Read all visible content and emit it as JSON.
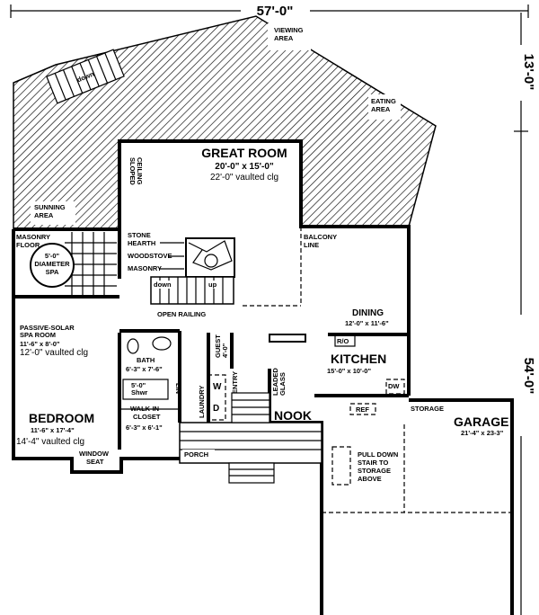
{
  "dimensions": {
    "width_total": "57'-0\"",
    "deck_depth": "13'-0\"",
    "depth_total": "54'-0\""
  },
  "deck": {
    "viewing_area": [
      "VIEWING",
      "AREA"
    ],
    "eating_area": [
      "EATING",
      "AREA"
    ],
    "sunning_area": [
      "SUNNING",
      "AREA"
    ],
    "stair": "down"
  },
  "rooms": {
    "great_room": {
      "name": "GREAT ROOM",
      "size": "20'-0\" x 15'-0\"",
      "ceiling": "22'-0\" vaulted clg"
    },
    "spa_room": {
      "name": [
        "PASSIVE-SOLAR",
        "SPA ROOM"
      ],
      "size": "11'-6\" x 8'-0\"",
      "ceiling": "12'-0\" vaulted clg"
    },
    "bedroom": {
      "name": "BEDROOM",
      "size": "11'-6\" x 17'-4\"",
      "ceiling": "14'-4\" vaulted clg"
    },
    "bath": {
      "name": "BATH",
      "size": "6'-3\" x 7'-6\"",
      "shower": [
        "5'-0\"",
        "Shwr"
      ],
      "linen": "LIN"
    },
    "closet": {
      "name": [
        "WALK-IN",
        "CLOSET"
      ],
      "size": "6'-3\" x 6'-1\""
    },
    "dining": {
      "name": "DINING",
      "size": "12'-0\" x 11'-6\""
    },
    "kitchen": {
      "name": "KITCHEN",
      "size": "15'-0\" x 10'-0\"",
      "range": "R/O",
      "dishwasher": "DW",
      "refrigerator": "REF"
    },
    "nook": {
      "name": "NOOK"
    },
    "garage": {
      "name": "GARAGE",
      "size": "21'-4\" x 23-3\"",
      "storage": "STORAGE"
    }
  },
  "annotations": {
    "sloped_ceiling": [
      "SLOPED",
      "CEILING"
    ],
    "stone_hearth": [
      "STONE",
      "HEARTH"
    ],
    "woodstove": "WOODSTOVE",
    "masonry": "MASONRY",
    "masonry_floor": [
      "MASONRY",
      "FLOOR"
    ],
    "spa": [
      "5'-0\"",
      "DIAMETER",
      "SPA"
    ],
    "stair_down": "down",
    "stair_up": "up",
    "open_railing": "OPEN RAILING",
    "balcony_line": [
      "BALCONY",
      "LINE"
    ],
    "guest": [
      "GUEST",
      "4'-0\""
    ],
    "laundry": "LAUNDRY",
    "washer": "W",
    "dryer": "D",
    "entry": "ENTRY",
    "leaded_glass": [
      "LEADED",
      "GLASS"
    ],
    "porch": "PORCH",
    "window_seat": [
      "WINDOW",
      "SEAT"
    ],
    "pull_down_stair": [
      "PULL DOWN",
      "STAIR TO",
      "STORAGE",
      "ABOVE"
    ]
  }
}
